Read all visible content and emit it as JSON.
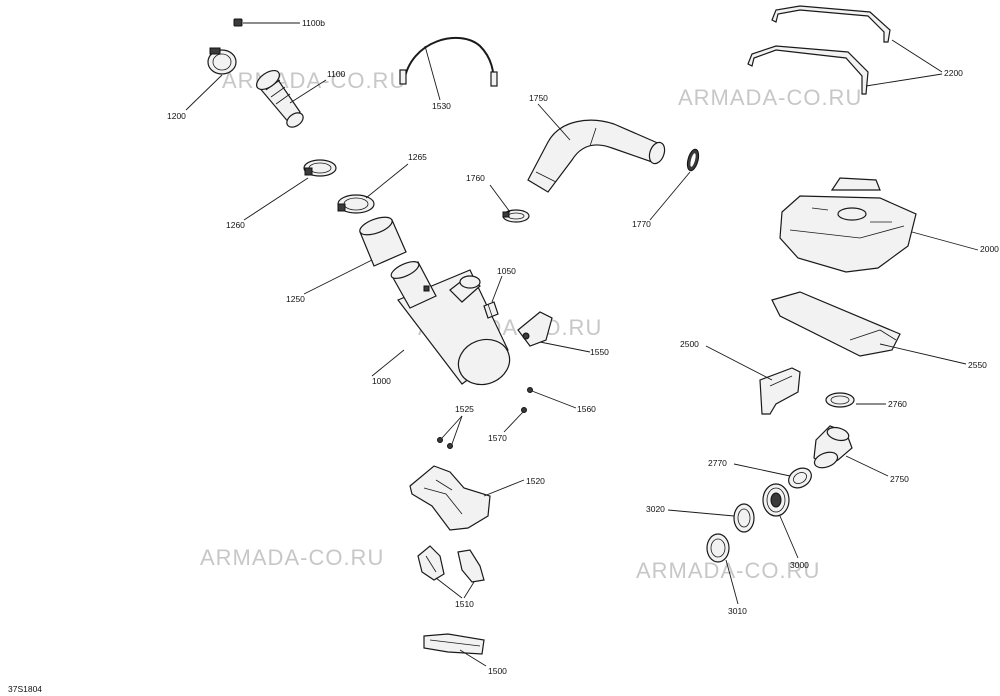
{
  "labels": {
    "p1100b": "1100b",
    "p1100": "1100",
    "p1200": "1200",
    "p1530": "1530",
    "p1750": "1750",
    "p2200": "2200",
    "p1265": "1265",
    "p1260": "1260",
    "p1760": "1760",
    "p1770": "1770",
    "p2000": "2000",
    "p1250": "1250",
    "p1050": "1050",
    "p1550": "1550",
    "p2500": "2500",
    "p2550": "2550",
    "p1000": "1000",
    "p1560": "1560",
    "p2760": "2760",
    "p1525": "1525",
    "p1570": "1570",
    "p2770": "2770",
    "p2750": "2750",
    "p1520": "1520",
    "p3020": "3020",
    "p3000": "3000",
    "p1510": "1510",
    "p3010": "3010",
    "p1500": "1500"
  },
  "watermark": "ARMADA-CO.RU",
  "diagram_code": "37S1804"
}
